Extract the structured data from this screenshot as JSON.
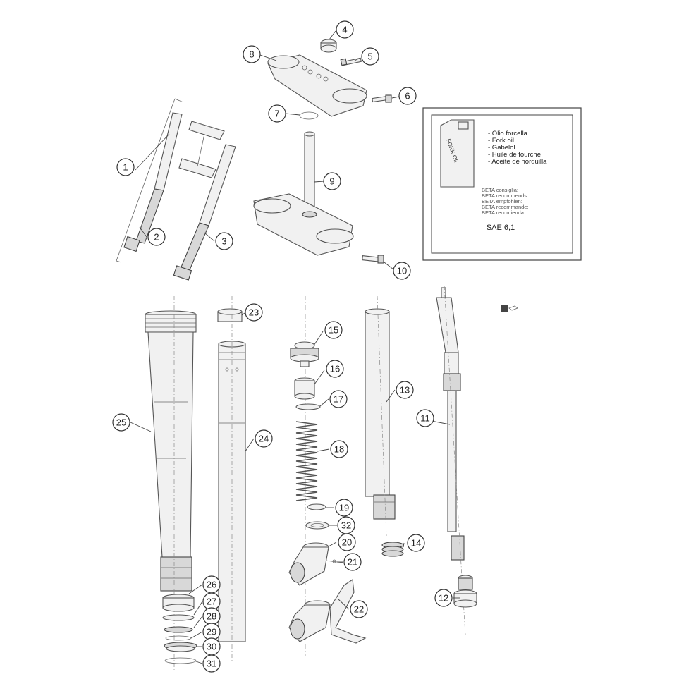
{
  "callouts": [
    "1",
    "2",
    "3",
    "4",
    "5",
    "6",
    "7",
    "8",
    "9",
    "10",
    "11",
    "12",
    "13",
    "14",
    "15",
    "16",
    "17",
    "18",
    "19",
    "20",
    "21",
    "22",
    "23",
    "24",
    "25",
    "26",
    "27",
    "28",
    "29",
    "30",
    "31",
    "32"
  ],
  "oil_box": {
    "can_label": "FORK OIL",
    "oil_names": [
      "- Olio forcella",
      "- Fork oil",
      "- Gabelol",
      "- Huile de fourche",
      "- Aceite de horquilla"
    ],
    "recommends": [
      "BETA consiglia:",
      "BETA recommends:",
      "BETA empfohlen:",
      "BETA recommande:",
      "BETA recomienda:"
    ],
    "grade": "SAE 6,1"
  },
  "colors": {
    "line": "#444444",
    "part_fill": "#f1f1f1",
    "part_dark": "#d8d8d8"
  }
}
